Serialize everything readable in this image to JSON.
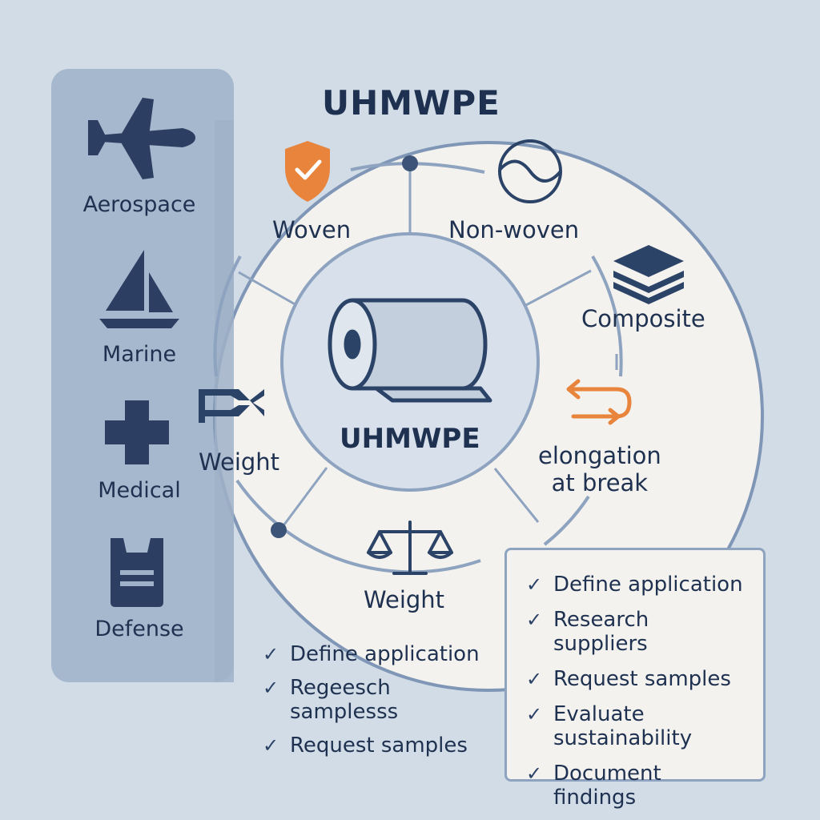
{
  "title": "UHMWPE",
  "center": {
    "label": "UHMWPE"
  },
  "sidebar": {
    "items": [
      {
        "label": "Aerospace",
        "icon": "airplane-icon"
      },
      {
        "label": "Marine",
        "icon": "sailboat-icon"
      },
      {
        "label": "Medical",
        "icon": "medical-cross-icon"
      },
      {
        "label": "Defense",
        "icon": "vest-icon"
      }
    ]
  },
  "nodes": {
    "woven": {
      "label": "Woven",
      "icon": "shield-check-icon"
    },
    "nonwoven": {
      "label": "Non-woven",
      "icon": "loop-icon"
    },
    "composite": {
      "label": "Composite",
      "icon": "layers-icon"
    },
    "elongation": {
      "line1": "elongation",
      "line2": "at break",
      "icon": "return-arrow-icon"
    },
    "weight_bottom": {
      "label": "Weight",
      "icon": "scale-icon"
    },
    "weight_left": {
      "label": "Weight",
      "icon": "clamp-icon"
    }
  },
  "checklist_left": [
    "Define application",
    "Regeesch samplesss",
    "Request samples"
  ],
  "checklist_card": [
    "Define application",
    "Research suppliers",
    "Request samples",
    "Evaluate sustainability",
    "Document findings"
  ],
  "colors": {
    "navy": "#1f3150",
    "accent_orange": "#e8843c",
    "panel": "#9fb1c8",
    "circle_bg": "#f3f2ee",
    "line": "#7f96b6"
  }
}
